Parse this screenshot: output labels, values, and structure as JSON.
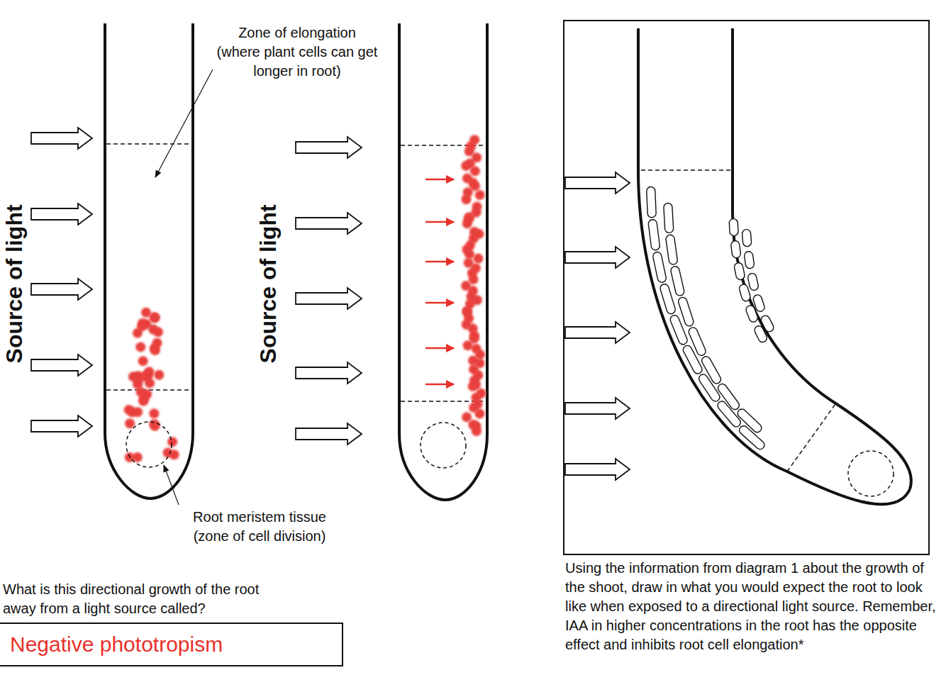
{
  "diagram": {
    "nodes": [
      {
        "text": [
          "What is this directional growth of the root away from a light source called?",
          "Negative phototropism"
        ]
      }
    ],
    "labels": [
      "Zone of elongation (where plant cells can get longer in root)",
      "Root meristem tissue (zone of cell division)",
      "Source of light",
      "Source of light",
      "Using the information from diagram 1 about the growth of the shoot, draw in what you would expect the root to look like when exposed to a directional light source. Remember, IAA in higher concentrations in the root has the opposite effect and inhibits root cell elongation*"
    ]
  }
}
